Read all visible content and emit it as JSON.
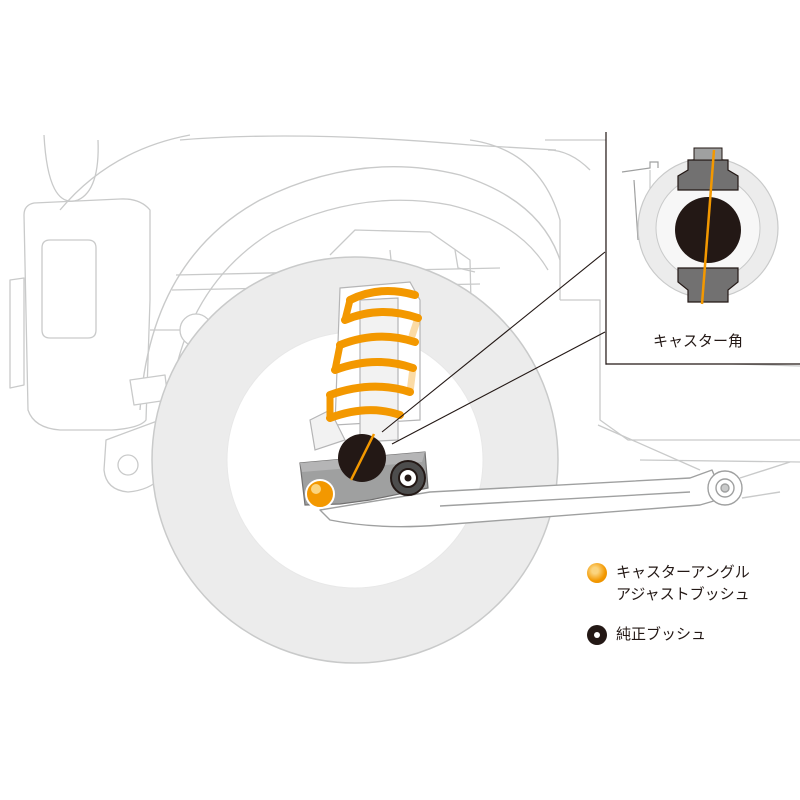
{
  "inset": {
    "caption": "キャスター角"
  },
  "legend": {
    "adjust_bushing": {
      "line1": "キャスターアングル",
      "line2": "アジャストブッシュ"
    },
    "stock_bushing": {
      "label": "純正ブッシュ"
    }
  },
  "colors": {
    "accent_orange": "#f39800",
    "bushing_black": "#231815",
    "outline_gray": "#c9caca",
    "bracket_gray": "#9fa0a0"
  }
}
